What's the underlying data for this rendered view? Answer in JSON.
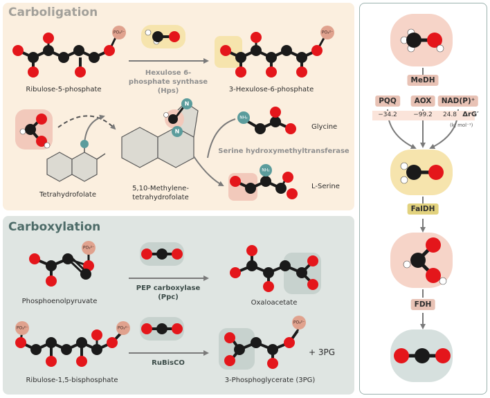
{
  "carboligation": {
    "title": "Carboligation",
    "ribulose5p": "Ribulose-5-phosphate",
    "hps": "Hexulose 6-phosphate synthase (Hps)",
    "hexulose6p": "3-Hexulose-6-phosphate",
    "glycine": "Glycine",
    "shmt": "Serine hydroxymethyltransferase",
    "thf": "Tetrahydrofolate",
    "mthf": "5,10-Methylene-tetrahydrofolate",
    "serine": "L-Serine"
  },
  "carboxylation": {
    "title": "Carboxylation",
    "pep": "Phosphoenolpyruvate",
    "ppc": "PEP carboxylase (Ppc)",
    "oaa": "Oxaloacetate",
    "rubp": "Ribulose-1,5-bisphosphate",
    "rubisco": "RuBisCO",
    "pg3": "3-Phosphoglycerate (3PG)",
    "plus3pg": "+ 3PG"
  },
  "pathway": {
    "medh": "MeDH",
    "pqq": "PQQ",
    "aox": "AOX",
    "nadp": "NAD(P)⁺",
    "v_pqq": "−34.2",
    "v_aox": "−99.2",
    "v_nadp": "24.8",
    "dg": "ΔrG′",
    "unit": "(kJ mol⁻¹)",
    "faldh": "FalDH",
    "fdh": "FDH"
  },
  "labels": {
    "po3": "PO₃²⁻",
    "nh2": "NH₂",
    "n": "N"
  },
  "colors": {
    "carbon": "#1a1a1a",
    "oxygen": "#e4161b",
    "hydrogen": "#ffffff",
    "nitrogen": "#5b9c9c",
    "phosphate": "#e0a28e",
    "carboligation_bg": "#fbefdf",
    "carboxylation_bg": "#dfe5e2",
    "methanol_halo": "#f6d4c8",
    "formaldehyde_halo": "#f6e4ad",
    "co2_halo": "#d6e0de",
    "enzyme_tag": "#e8c2b5",
    "faldh_tag": "#e2d27e"
  }
}
